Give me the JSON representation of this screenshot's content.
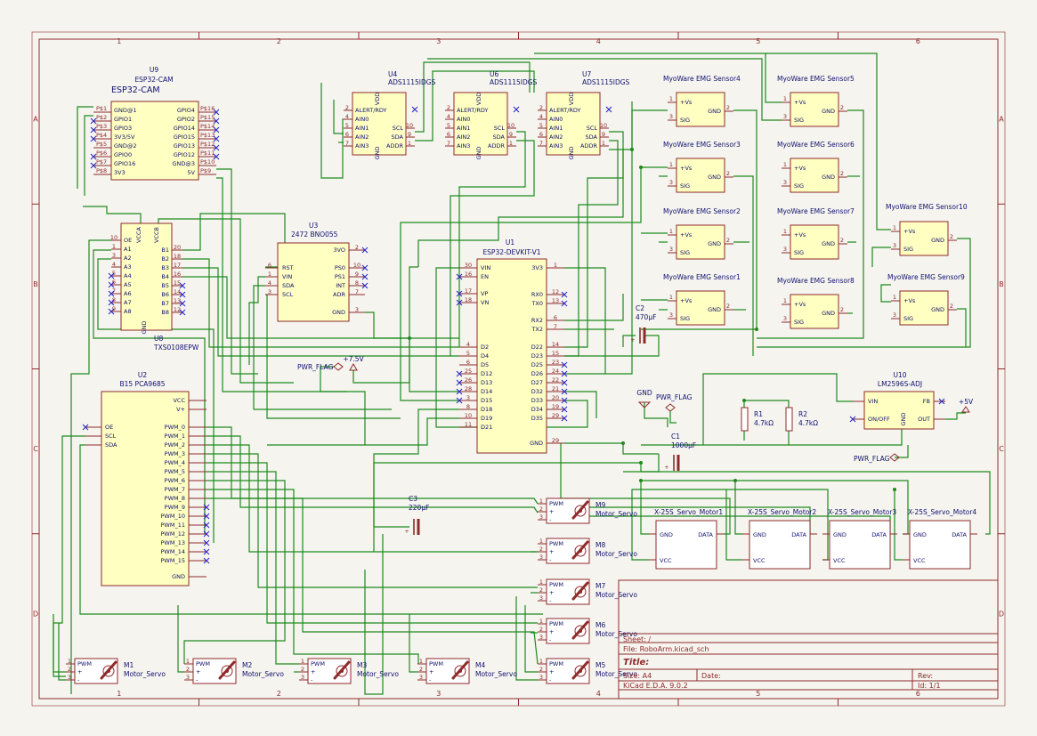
{
  "sheet": {
    "columns": [
      "1",
      "2",
      "3",
      "4",
      "5",
      "6"
    ],
    "rows": [
      "A",
      "B",
      "C",
      "D"
    ]
  },
  "title_block": {
    "sheet": "Sheet: /",
    "file": "File: RoboArm.kicad_sch",
    "title": "Title:",
    "size": "Size: A4",
    "date": "Date:",
    "rev": "Rev:",
    "tool": "KiCad E.D.A. 9.0.2",
    "id": "Id: 1/1"
  },
  "components": {
    "u9": {
      "ref": "U9",
      "value": "ESP32-CAM",
      "big": "ESP32-CAM"
    },
    "u4": {
      "ref": "U4",
      "value": "ADS1115IDGS"
    },
    "u6": {
      "ref": "U6",
      "value": "ADS1115IDGS"
    },
    "u7": {
      "ref": "U7",
      "value": "ADS1115IDGS"
    },
    "u8": {
      "ref": "U8",
      "value": "TXS0108EPW"
    },
    "u3": {
      "ref": "U3",
      "value": "2472 BNO055"
    },
    "u1": {
      "ref": "U1",
      "value": "ESP32-DEVKIT-V1"
    },
    "u2": {
      "ref": "U2",
      "value": "B15 PCA9685"
    },
    "u10": {
      "ref": "U10",
      "value": "LM2596S-ADJ"
    },
    "r1": {
      "ref": "R1",
      "value": "4.7kΩ"
    },
    "r2": {
      "ref": "R2",
      "value": "4.7kΩ"
    },
    "c1": {
      "ref": "C1",
      "value": "1000μF"
    },
    "c2": {
      "ref": "C2",
      "value": "470μF"
    },
    "c3": {
      "ref": "C3",
      "value": "220μF"
    }
  },
  "power": {
    "v75": "+7.5V",
    "v5": "+5V",
    "gnd": "GND",
    "flag": "PWR_FLAG"
  },
  "emg_sensors": [
    {
      "name": "MyoWare EMG Sensor4"
    },
    {
      "name": "MyoWare EMG Sensor3"
    },
    {
      "name": "MyoWare EMG Sensor2"
    },
    {
      "name": "MyoWare EMG Sensor1"
    },
    {
      "name": "MyoWare EMG Sensor5"
    },
    {
      "name": "MyoWare EMG Sensor6"
    },
    {
      "name": "MyoWare EMG Sensor7"
    },
    {
      "name": "MyoWare EMG Sensor8"
    },
    {
      "name": "MyoWare EMG Sensor10"
    },
    {
      "name": "MyoWare EMG Sensor9"
    }
  ],
  "emg_pins": {
    "vs": "+Vs",
    "sig": "SIG",
    "gnd": "GND"
  },
  "servos_small": [
    {
      "ref": "M1",
      "value": "Motor_Servo"
    },
    {
      "ref": "M2",
      "value": "Motor_Servo"
    },
    {
      "ref": "M3",
      "value": "Motor_Servo"
    },
    {
      "ref": "M4",
      "value": "Motor_Servo"
    },
    {
      "ref": "M5",
      "value": "Motor_Servo"
    },
    {
      "ref": "M6",
      "value": "Motor_Servo"
    },
    {
      "ref": "M7",
      "value": "Motor_Servo"
    },
    {
      "ref": "M8",
      "value": "Motor_Servo"
    },
    {
      "ref": "M9",
      "value": "Motor_Servo"
    }
  ],
  "servo_pins": {
    "pwm": "PWM",
    "plus": "+",
    "minus": "-"
  },
  "servos_big": [
    {
      "name": "X-25S_Servo_Motor1"
    },
    {
      "name": "X-25S_Servo_Motor2"
    },
    {
      "name": "X-25S_Servo_Motor3"
    },
    {
      "name": "X-25S_Servo_Motor4"
    }
  ],
  "big_servo_pins": {
    "gnd": "GND",
    "data": "DATA",
    "vcc": "VCC"
  },
  "pins": {
    "u9_left": [
      "GND@1",
      "GPIO1",
      "GPIO3",
      "3V3/5V",
      "GND@2",
      "GPIO0",
      "GPIO16",
      "3V3"
    ],
    "u9_right": [
      "GPIO4",
      "GPIO2",
      "GPIO14",
      "GPIO15",
      "GPIO13",
      "GPIO12",
      "GND@3",
      "5V"
    ],
    "u9_left_nums": [
      "P$1",
      "P$2",
      "P$3",
      "P$4",
      "P$5",
      "P$6",
      "P$7",
      "P$8"
    ],
    "u9_right_nums": [
      "P$16",
      "P$15",
      "P$14",
      "P$13",
      "P$12",
      "P$11",
      "P$10",
      "P$9"
    ],
    "ads_left": [
      "ALERT/RDY",
      "AIN0",
      "AIN1",
      "AIN2",
      "AIN3"
    ],
    "ads_right": [
      "SCL",
      "SDA",
      "ADDR"
    ],
    "ads_top": "VDD",
    "ads_bot": "GND",
    "u8_left": [
      "OE",
      "A1",
      "A2",
      "A3",
      "A4",
      "A5",
      "A6",
      "A7",
      "A8"
    ],
    "u8_right": [
      "B1",
      "B2",
      "B3",
      "B4",
      "B5",
      "B6",
      "B7",
      "B8"
    ],
    "u8_top": [
      "VCCA",
      "VCCB"
    ],
    "u8_bot": "GND",
    "u8_left_nums": [
      "10",
      "1",
      "3",
      "4",
      "5",
      "6",
      "7",
      "8",
      "9"
    ],
    "u8_right_nums": [
      "20",
      "18",
      "17",
      "16",
      "15",
      "14",
      "13",
      "12"
    ],
    "u3_left": [
      "RST",
      "VIN",
      "SDA",
      "SCL"
    ],
    "u3_right": [
      "3VO",
      "PS0",
      "PS1",
      "INT",
      "ADR",
      "GND"
    ],
    "u3_left_nums": [
      "6",
      "1",
      "4",
      "3"
    ],
    "u3_right_nums": [
      "2",
      "10",
      "9",
      "8",
      "7",
      "3"
    ],
    "u1_left": [
      "VIN",
      "EN",
      "VP",
      "VN",
      "D2",
      "D4",
      "D5",
      "D12",
      "D13",
      "D14",
      "D15",
      "D18",
      "D19",
      "D21"
    ],
    "u1_right": [
      "3V3",
      "RX0",
      "TX0",
      "RX2",
      "TX2",
      "D22",
      "D23",
      "D25",
      "D26",
      "D27",
      "D32",
      "D33",
      "D34",
      "D35",
      "GND"
    ],
    "u1_left_nums": [
      "30",
      "16",
      "17",
      "18",
      "4",
      "5",
      "6",
      "25",
      "26",
      "28",
      "3",
      "8",
      "10",
      "11"
    ],
    "u1_right_nums": [
      "1",
      "12",
      "13",
      "6",
      "7",
      "14",
      "15",
      "23",
      "24",
      "22",
      "21",
      "20",
      "19",
      "29",
      "29"
    ],
    "u2_left": [
      "OE",
      "SCL",
      "SDA"
    ],
    "u2_right": [
      "VCC",
      "V+",
      "PWM_0",
      "PWM_1",
      "PWM_2",
      "PWM_3",
      "PWM_4",
      "PWM_5",
      "PWM_6",
      "PWM_7",
      "PWM_8",
      "PWM_9",
      "PWM_10",
      "PWM_11",
      "PWM_12",
      "PWM_13",
      "PWM_14",
      "PWM_15",
      "GND"
    ],
    "u10_pins": [
      "VIN",
      "ON/OFF",
      "GND",
      "FB",
      "OUT"
    ]
  }
}
